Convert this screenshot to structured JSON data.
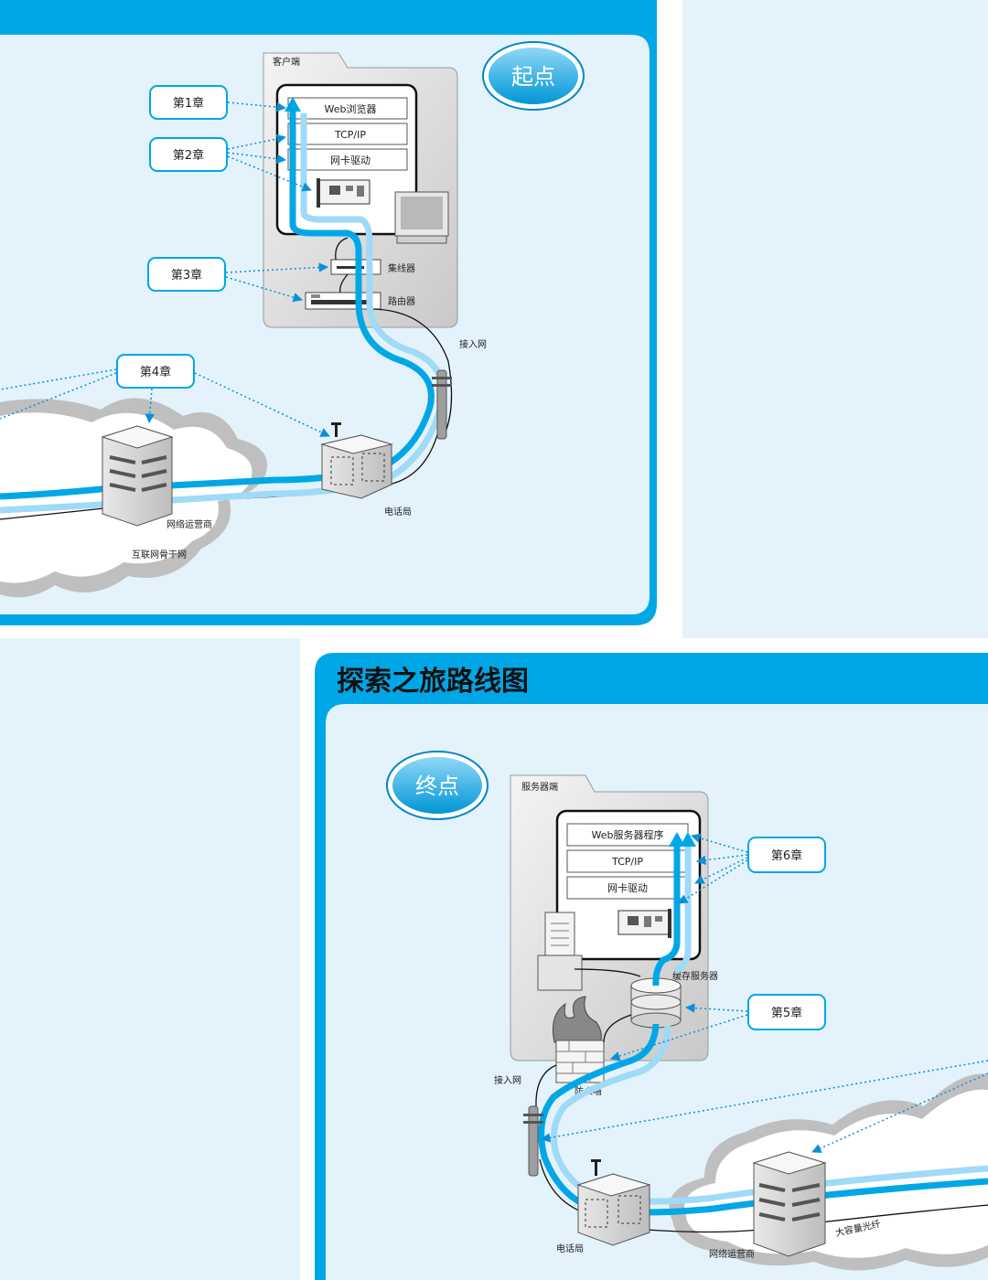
{
  "top_panel": {
    "start_badge": "起点",
    "client_title": "客户端",
    "layers": [
      "Web浏览器",
      "TCP/IP",
      "网卡驱动"
    ],
    "hub_label": "集线器",
    "router_label": "路由器",
    "access_net_label": "接入网",
    "telco_label": "电话局",
    "isp_label": "网络运营商",
    "backbone_label": "互联网骨干网",
    "chapters": {
      "ch1": "第1章",
      "ch2": "第2章",
      "ch3": "第3章",
      "ch4": "第4章"
    }
  },
  "bottom_panel": {
    "title": "探索之旅路线图",
    "end_badge": "终点",
    "server_title": "服务器端",
    "layers": [
      "Web服务器程序",
      "TCP/IP",
      "网卡驱动"
    ],
    "cache_label": "缓存服务器",
    "firewall_label": "防火墙",
    "access_net_label": "接入网",
    "telco_label": "电话局",
    "isp_label": "网络运营商",
    "fiber_label": "大容量光纤",
    "chapters": {
      "ch5": "第5章",
      "ch6": "第6章"
    }
  },
  "colors": {
    "accent": "#00a7e6",
    "panel_bg": "#e3f2fb",
    "cable_light": "#9fdaf6",
    "gray_box": "#d8d8d8"
  }
}
